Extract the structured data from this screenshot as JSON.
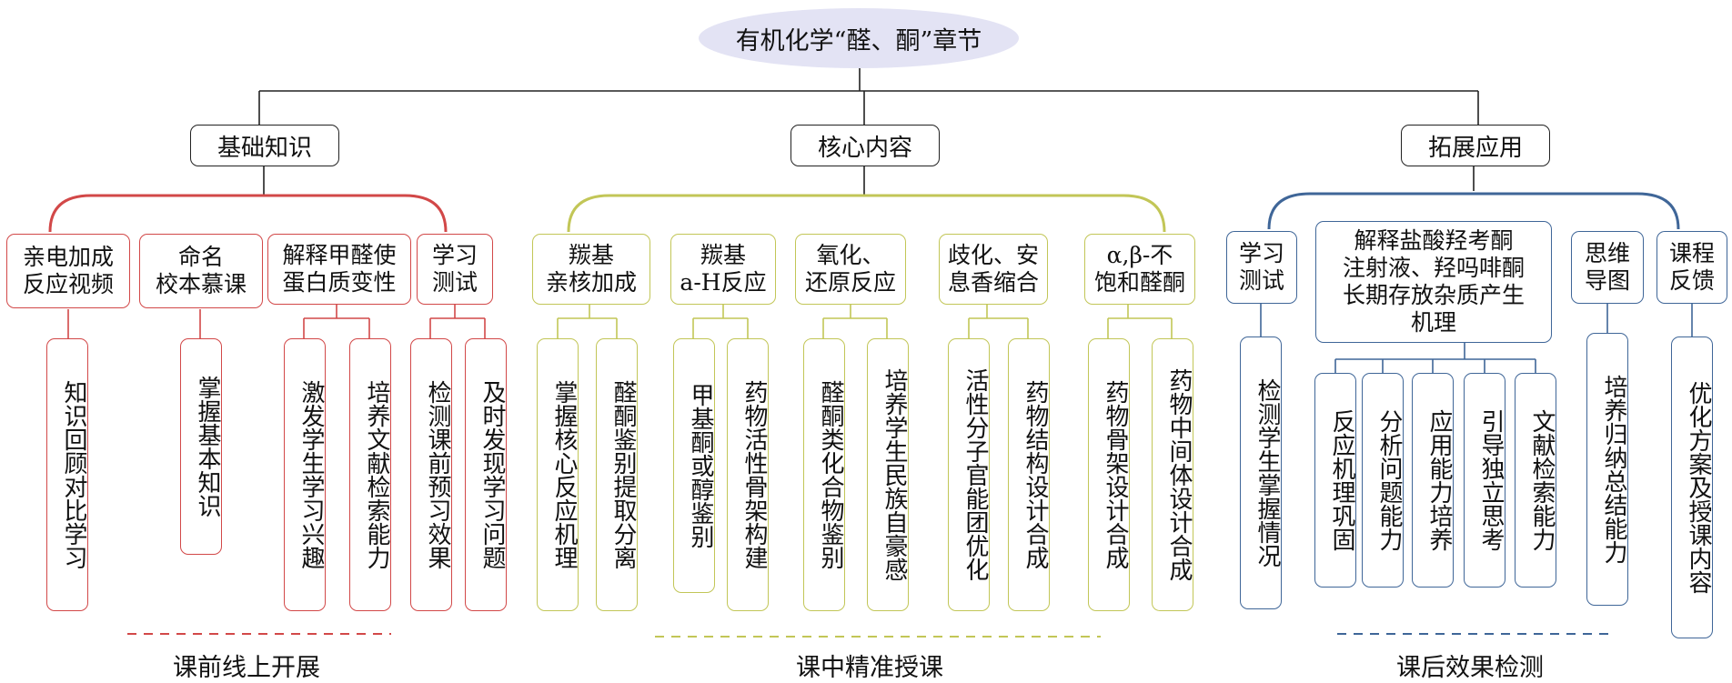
{
  "root": "有机化学“醛、酮”章节",
  "categories": [
    "基础知识",
    "核心内容",
    "拓展应用"
  ],
  "subtopics": [
    "亲电加成\n反应视频",
    "命名\n校本慕课",
    "解释甲醛使\n蛋白质变性",
    "学习\n测试",
    "羰基\n亲核加成",
    "羰基\na-H反应",
    "氧化、\n还原反应",
    "歧化、安\n息香缩合",
    "α,β-不\n饱和醛酮",
    "学习\n测试",
    "解释盐酸羟考酮\n注射液、羟吗啡酮\n长期存放杂质产生\n机理",
    "思维\n导图",
    "课程\n反馈"
  ],
  "leaves": [
    "知识回顾对比学习",
    "掌握基本知识",
    "激发学生学习兴趣",
    "培养文献检索能力",
    "检测课前预习效果",
    "及时发现学习问题",
    "掌握核心反应机理",
    "醛酮鉴别提取分离",
    "甲基酮或醇鉴别",
    "药物活性骨架构建",
    "醛酮类化合物鉴别",
    "培养学生民族自豪感",
    "活性分子官能团优化",
    "药物结构设计合成",
    "药物骨架设计合成",
    "药物中间体设计合成",
    "检测学生掌握情况",
    "反应机理巩固",
    "分析问题能力",
    "应用能力培养",
    "引导独立思考",
    "文献检索能力",
    "培养归纳总结能力",
    "优化方案及授课内容"
  ],
  "footers": [
    "课前线上开展",
    "课中精准授课",
    "课后效果检测"
  ],
  "colors": {
    "red": "#d24848",
    "yellow": "#c2c657",
    "blue": "#3f6698",
    "root_fill": "#e3e3f4"
  }
}
